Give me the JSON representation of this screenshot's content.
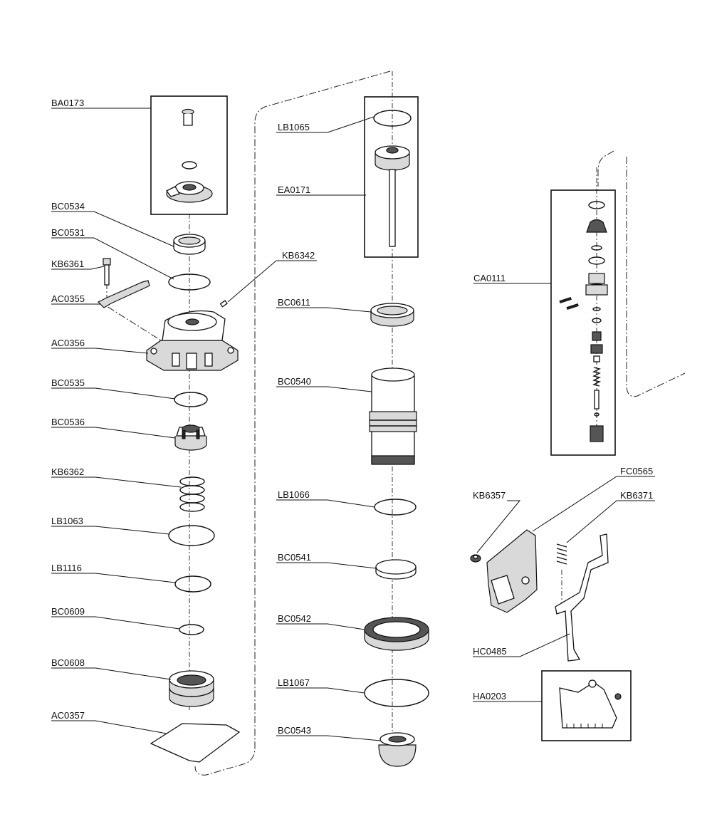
{
  "labels": {
    "BA0173": "BA0173",
    "BC0534": "BC0534",
    "BC0531": "BC0531",
    "KB6361": "KB6361",
    "AC0355": "AC0355",
    "AC0356": "AC0356",
    "BC0535": "BC0535",
    "BC0536": "BC0536",
    "KB6362": "KB6362",
    "LB1063": "LB1063",
    "LB1116": "LB1116",
    "BC0609": "BC0609",
    "BC0608": "BC0608",
    "AC0357": "AC0357",
    "LB1065": "LB1065",
    "EA0171": "EA0171",
    "KB6342": "KB6342",
    "BC0611": "BC0611",
    "BC0540": "BC0540",
    "LB1066": "LB1066",
    "BC0541": "BC0541",
    "BC0542": "BC0542",
    "LB1067": "LB1067",
    "BC0543": "BC0543",
    "CA0111": "CA0111",
    "FC0565": "FC0565",
    "KB6357": "KB6357",
    "KB6371": "KB6371",
    "HC0485": "HC0485",
    "HA0203": "HA0203"
  }
}
